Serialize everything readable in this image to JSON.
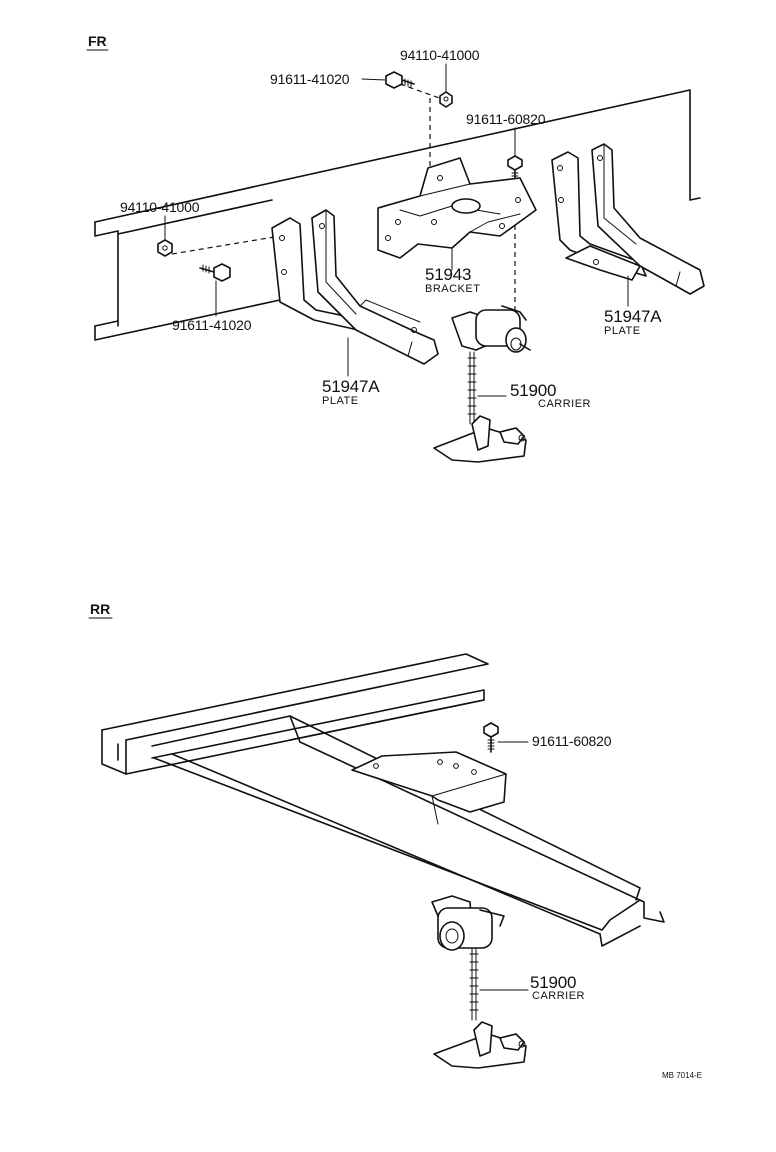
{
  "sections": {
    "front": {
      "label": "FR"
    },
    "rear": {
      "label": "RR"
    }
  },
  "front": {
    "bolt_top": {
      "number": "91611-41020"
    },
    "nut_top": {
      "number": "94110-41000"
    },
    "bolt_carrier": {
      "number": "91611-60820"
    },
    "nut_left": {
      "number": "94110-41000"
    },
    "bolt_left": {
      "number": "91611-41020"
    },
    "bracket": {
      "number": "51943",
      "name": "BRACKET"
    },
    "plate_right": {
      "number": "51947A",
      "name": "PLATE"
    },
    "plate_left": {
      "number": "51947A",
      "name": "PLATE"
    },
    "carrier": {
      "number": "51900",
      "name": "CARRIER"
    }
  },
  "rear": {
    "bolt": {
      "number": "91611-60820"
    },
    "carrier": {
      "number": "51900",
      "name": "CARRIER"
    }
  },
  "drawing_code": "MB 7014-E"
}
